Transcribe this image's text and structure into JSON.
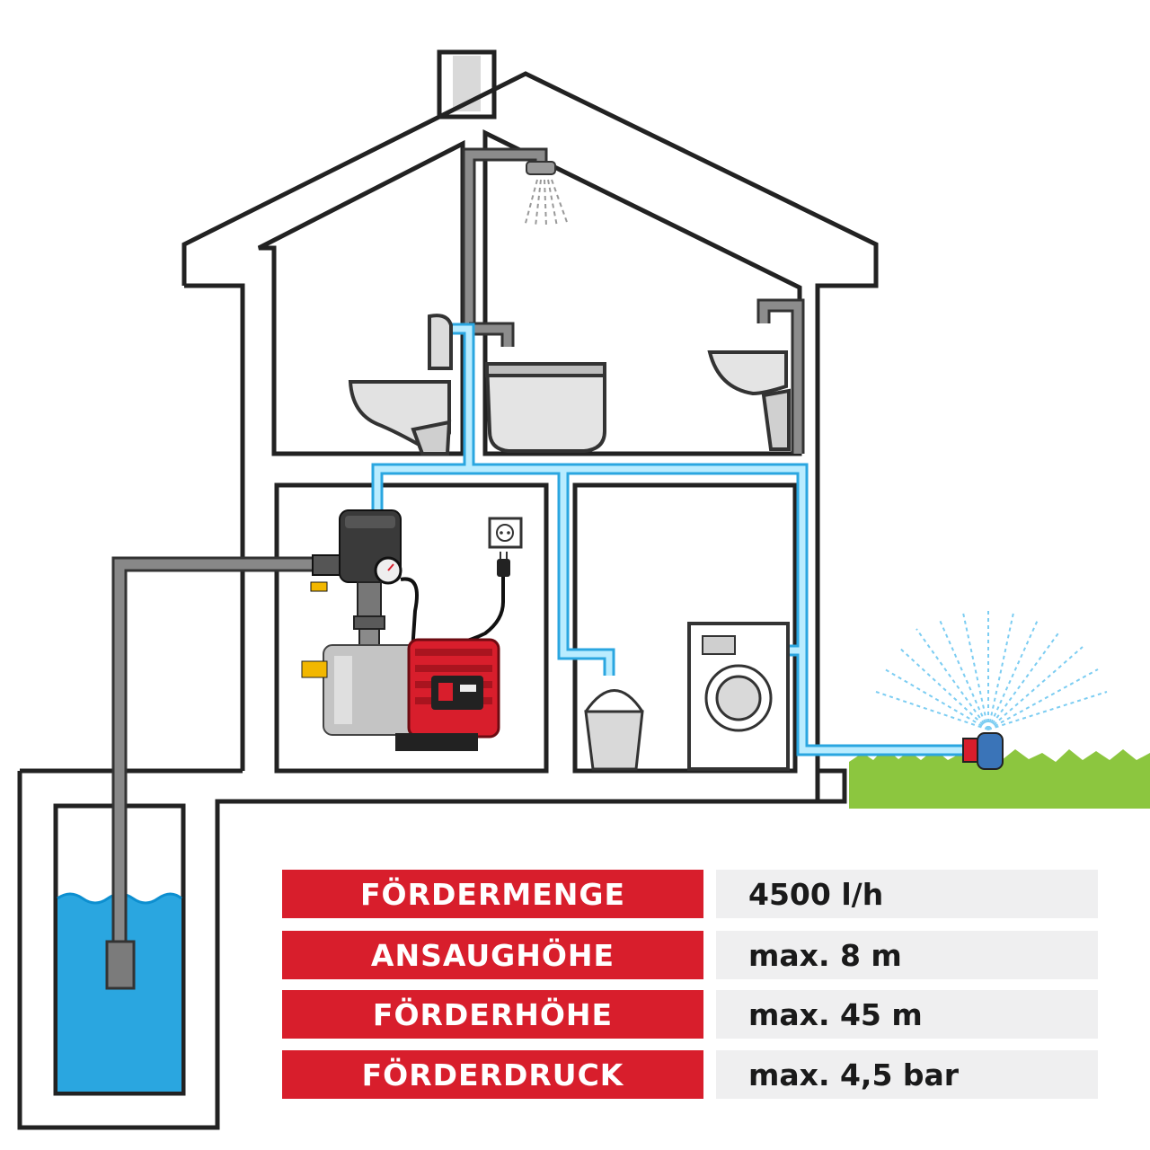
{
  "specs": [
    {
      "label": "FÖRDERMENGE",
      "value": "4500 l/h"
    },
    {
      "label": "ANSAUGHÖHE",
      "value": "max. 8 m"
    },
    {
      "label": "FÖRDERHÖHE",
      "value": "max. 45 m"
    },
    {
      "label": "FÖRDERDRUCK",
      "value": "max. 4,5 bar"
    }
  ],
  "colors": {
    "accent_red": "#d81e2c",
    "water_blue": "#2aa6e0",
    "pipe_blue": "#8fd8f7",
    "pipe_grey": "#808080",
    "grass_green": "#8cc63f",
    "value_background": "#efeff0"
  },
  "icons": [
    "shower-icon",
    "wall-socket-icon",
    "plug-icon",
    "sprinkler-icon",
    "pump-icon",
    "toilet-icon",
    "bathtub-icon",
    "washbasin-icon",
    "bucket-icon",
    "washing-machine-icon"
  ]
}
